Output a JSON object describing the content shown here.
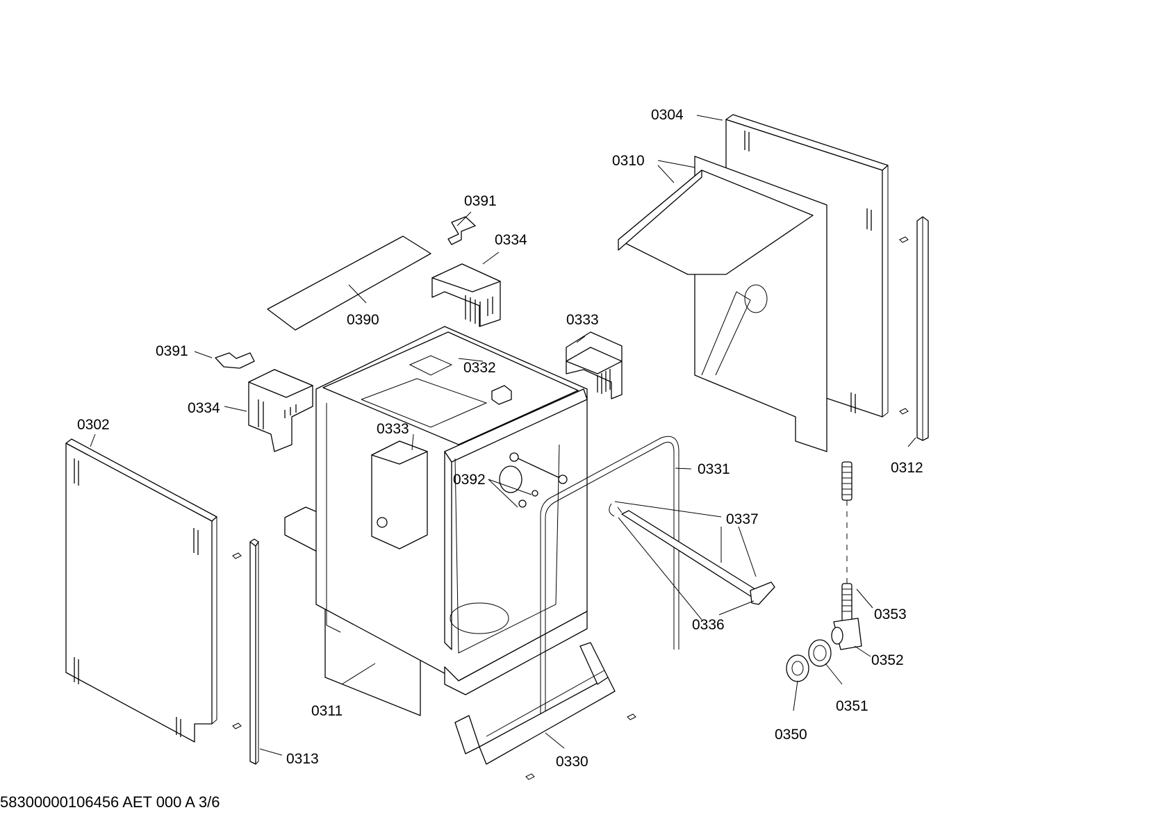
{
  "labels": {
    "p0302": "0302",
    "p0304": "0304",
    "p0310": "0310",
    "p0311": "0311",
    "p0312": "0312",
    "p0313": "0313",
    "p0330": "0330",
    "p0331": "0331",
    "p0332": "0332",
    "p0333a": "0333",
    "p0333b": "0333",
    "p0334a": "0334",
    "p0334b": "0334",
    "p0336": "0336",
    "p0337": "0337",
    "p0350": "0350",
    "p0351": "0351",
    "p0352": "0352",
    "p0353": "0353",
    "p0390": "0390",
    "p0391a": "0391",
    "p0391b": "0391",
    "p0392": "0392"
  },
  "footer": "58300000106456 AET 000 A 3/6"
}
